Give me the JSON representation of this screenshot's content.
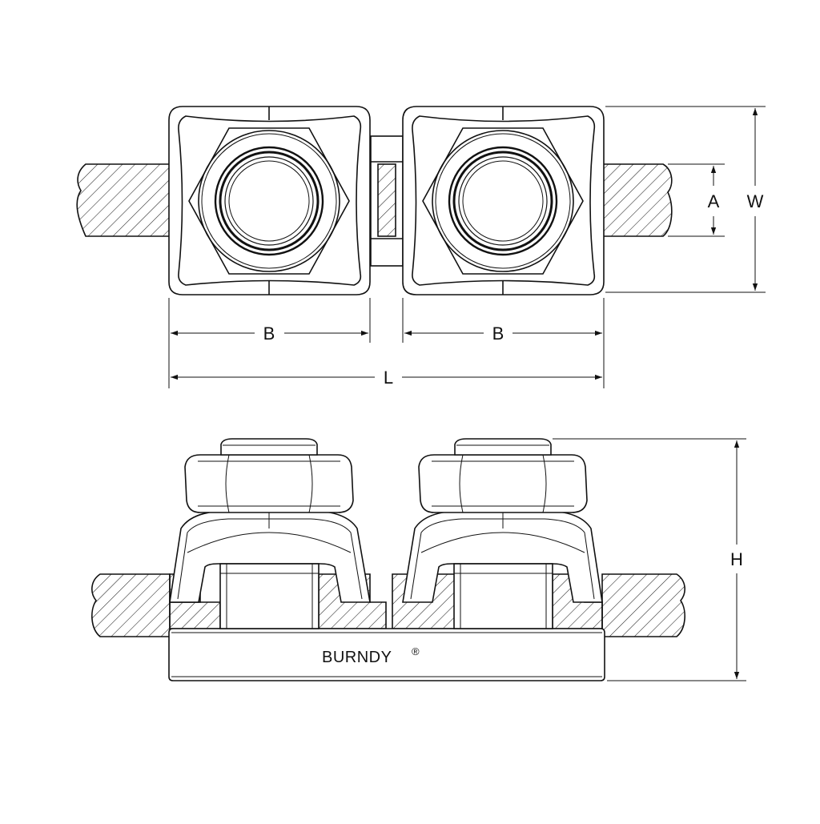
{
  "drawing": {
    "dimensions": {
      "a": "A",
      "w": "W",
      "b_left": "B",
      "b_right": "B",
      "l": "L",
      "h": "H"
    },
    "brand": {
      "name": "BURNDY",
      "mark": "®"
    },
    "colors": {
      "line": "#111111",
      "background": "#ffffff"
    }
  }
}
